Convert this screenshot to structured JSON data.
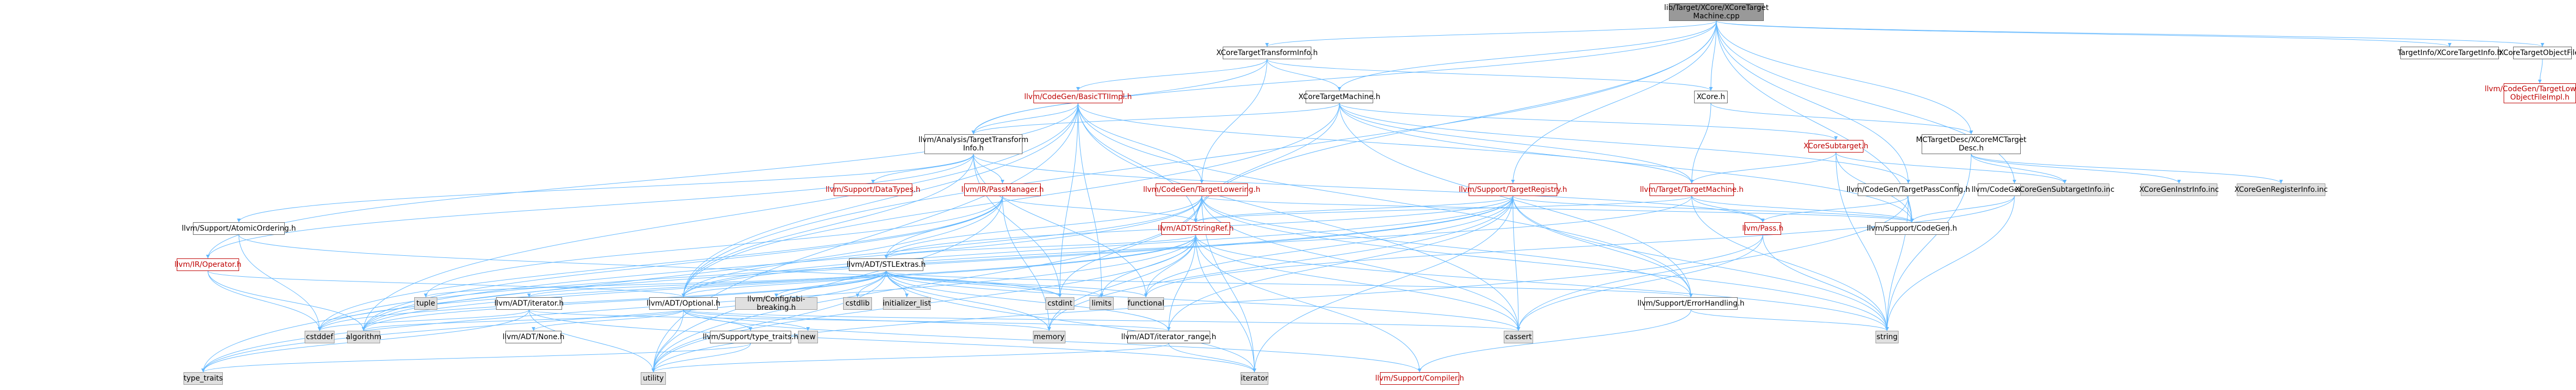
{
  "nodes": [
    {
      "id": "root",
      "label": "lib/Target/XCore/XCoreTarget\nMachine.cpp",
      "style": "root"
    },
    {
      "id": "xtti",
      "label": "XCoreTargetTransformInfo.h",
      "style": "normal"
    },
    {
      "id": "xtm",
      "label": "XCoreTargetMachine.h",
      "style": "normal"
    },
    {
      "id": "xcoreh",
      "label": "XCore.h",
      "style": "normal"
    },
    {
      "id": "tixti",
      "label": "TargetInfo/XCoreTargetInfo.h",
      "style": "normal"
    },
    {
      "id": "xtof",
      "label": "XCoreTargetObjectFile.h",
      "style": "normal"
    },
    {
      "id": "cgtlof",
      "label": "llvm/CodeGen/TargetLowering\nObjectFileImpl.h",
      "style": "red"
    },
    {
      "id": "bttimpl",
      "label": "llvm/CodeGen/BasicTTIImpl.h",
      "style": "red"
    },
    {
      "id": "mcdesc",
      "label": "MCTargetDesc/XCoreMCTarget\nDesc.h",
      "style": "normal"
    },
    {
      "id": "atti",
      "label": "llvm/Analysis/TargetTransform\nInfo.h",
      "style": "normal"
    },
    {
      "id": "xsub",
      "label": "XCoreSubtarget.h",
      "style": "red"
    },
    {
      "id": "ttm",
      "label": "llvm/Target/TargetMachine.h",
      "style": "red"
    },
    {
      "id": "tpc",
      "label": "llvm/CodeGen/TargetPassConfig.h",
      "style": "normal"
    },
    {
      "id": "cgpasses",
      "label": "llvm/CodeGen/Passes.h",
      "style": "normal"
    },
    {
      "id": "str",
      "label": "llvm/Support/TargetRegistry.h",
      "style": "red"
    },
    {
      "id": "cgtl",
      "label": "llvm/CodeGen/TargetLowering.h",
      "style": "red"
    },
    {
      "id": "irpm",
      "label": "llvm/IR/PassManager.h",
      "style": "red"
    },
    {
      "id": "sdt",
      "label": "llvm/Support/DataTypes.h",
      "style": "red"
    },
    {
      "id": "xsubinc",
      "label": "XCoreGenSubtargetInfo.inc",
      "style": "gray"
    },
    {
      "id": "xinstr",
      "label": "XCoreGenInstrInfo.inc",
      "style": "gray"
    },
    {
      "id": "xreg",
      "label": "XCoreGenRegisterInfo.inc",
      "style": "gray"
    },
    {
      "id": "sao",
      "label": "llvm/Support/AtomicOrdering.h",
      "style": "normal"
    },
    {
      "id": "strref",
      "label": "llvm/ADT/StringRef.h",
      "style": "red"
    },
    {
      "id": "pass",
      "label": "llvm/Pass.h",
      "style": "red"
    },
    {
      "id": "cgh",
      "label": "llvm/Support/CodeGen.h",
      "style": "normal"
    },
    {
      "id": "iroper",
      "label": "llvm/IR/Operator.h",
      "style": "red"
    },
    {
      "id": "stlext",
      "label": "llvm/ADT/STLExtras.h",
      "style": "normal"
    },
    {
      "id": "tuple",
      "label": "tuple",
      "style": "gray"
    },
    {
      "id": "aiter",
      "label": "llvm/ADT/iterator.h",
      "style": "normal"
    },
    {
      "id": "aopt",
      "label": "llvm/ADT/Optional.h",
      "style": "normal"
    },
    {
      "id": "cfgab",
      "label": "llvm/Config/abi-breaking.h",
      "style": "gray"
    },
    {
      "id": "cstddef",
      "label": "cstddef",
      "style": "gray"
    },
    {
      "id": "initlist",
      "label": "initializer_list",
      "style": "gray"
    },
    {
      "id": "cstdint",
      "label": "cstdint",
      "style": "gray"
    },
    {
      "id": "limits",
      "label": "limits",
      "style": "gray"
    },
    {
      "id": "functional",
      "label": "functional",
      "style": "gray"
    },
    {
      "id": "seh",
      "label": "llvm/Support/ErrorHandling.h",
      "style": "normal"
    },
    {
      "id": "cstdlib",
      "label": "cstdlib",
      "style": "gray"
    },
    {
      "id": "algorithm",
      "label": "algorithm",
      "style": "gray"
    },
    {
      "id": "anone",
      "label": "llvm/ADT/None.h",
      "style": "normal"
    },
    {
      "id": "stt",
      "label": "llvm/Support/type_traits.h",
      "style": "normal"
    },
    {
      "id": "new",
      "label": "new",
      "style": "gray"
    },
    {
      "id": "memory",
      "label": "memory",
      "style": "gray"
    },
    {
      "id": "airange",
      "label": "llvm/ADT/iterator_range.h",
      "style": "normal"
    },
    {
      "id": "cassert",
      "label": "cassert",
      "style": "gray"
    },
    {
      "id": "string",
      "label": "string",
      "style": "gray"
    },
    {
      "id": "typetraits",
      "label": "type_traits",
      "style": "gray"
    },
    {
      "id": "utility",
      "label": "utility",
      "style": "gray"
    },
    {
      "id": "iterator",
      "label": "iterator",
      "style": "gray"
    },
    {
      "id": "scomp",
      "label": "llvm/Support/Compiler.h",
      "style": "red"
    }
  ],
  "edges": [
    [
      "root",
      "xtti"
    ],
    [
      "root",
      "xtm"
    ],
    [
      "root",
      "xcoreh"
    ],
    [
      "root",
      "tixti"
    ],
    [
      "root",
      "xtof"
    ],
    [
      "root",
      "str"
    ],
    [
      "root",
      "atti"
    ],
    [
      "root",
      "strref"
    ],
    [
      "root",
      "aopt"
    ],
    [
      "root",
      "cgh"
    ],
    [
      "root",
      "tpc"
    ],
    [
      "root",
      "cgpasses"
    ],
    [
      "root",
      "mcdesc"
    ],
    [
      "xtof",
      "cgtlof"
    ],
    [
      "xtti",
      "xcoreh"
    ],
    [
      "xtti",
      "xtm"
    ],
    [
      "xtti",
      "bttimpl"
    ],
    [
      "xtti",
      "cgtl"
    ],
    [
      "xtti",
      "atti"
    ],
    [
      "xcoreh",
      "ttm"
    ],
    [
      "xcoreh",
      "mcdesc"
    ],
    [
      "mcdesc",
      "xsubinc"
    ],
    [
      "mcdesc",
      "xinstr"
    ],
    [
      "mcdesc",
      "xreg"
    ],
    [
      "mcdesc",
      "string"
    ],
    [
      "xtm",
      "xsub"
    ],
    [
      "xtm",
      "ttm"
    ],
    [
      "xtm",
      "tpc"
    ],
    [
      "xtm",
      "atti"
    ],
    [
      "xtm",
      "aopt"
    ],
    [
      "xtm",
      "cgh"
    ],
    [
      "xtm",
      "strref"
    ],
    [
      "xtm",
      "seh"
    ],
    [
      "xsub",
      "xsubinc"
    ],
    [
      "xsub",
      "ttm"
    ],
    [
      "xsub",
      "cgh"
    ],
    [
      "xsub",
      "string"
    ],
    [
      "bttimpl",
      "atti"
    ],
    [
      "bttimpl",
      "cgtl"
    ],
    [
      "bttimpl",
      "ttm"
    ],
    [
      "bttimpl",
      "strref"
    ],
    [
      "bttimpl",
      "aopt"
    ],
    [
      "bttimpl",
      "seh"
    ],
    [
      "bttimpl",
      "limits"
    ],
    [
      "bttimpl",
      "cstdint"
    ],
    [
      "bttimpl",
      "utility"
    ],
    [
      "bttimpl",
      "cassert"
    ],
    [
      "bttimpl",
      "algorithm"
    ],
    [
      "bttimpl",
      "iroper"
    ],
    [
      "atti",
      "sdt"
    ],
    [
      "atti",
      "irpm"
    ],
    [
      "atti",
      "sao"
    ],
    [
      "atti",
      "pass"
    ],
    [
      "atti",
      "functional"
    ],
    [
      "atti",
      "aopt"
    ],
    [
      "atti",
      "iroper"
    ],
    [
      "atti",
      "cstdint"
    ],
    [
      "ttm",
      "pass"
    ],
    [
      "ttm",
      "cgh"
    ],
    [
      "ttm",
      "strref"
    ],
    [
      "ttm",
      "string"
    ],
    [
      "ttm",
      "aopt"
    ],
    [
      "tpc",
      "pass"
    ],
    [
      "tpc",
      "cgh"
    ],
    [
      "tpc",
      "cassert"
    ],
    [
      "tpc",
      "string"
    ],
    [
      "cgpasses",
      "cgh"
    ],
    [
      "cgpasses",
      "functional"
    ],
    [
      "cgpasses",
      "string"
    ],
    [
      "str",
      "strref"
    ],
    [
      "str",
      "stlext"
    ],
    [
      "str",
      "aopt"
    ],
    [
      "str",
      "cgh"
    ],
    [
      "str",
      "seh"
    ],
    [
      "str",
      "airange"
    ],
    [
      "str",
      "algorithm"
    ],
    [
      "str",
      "cassert"
    ],
    [
      "str",
      "cstddef"
    ],
    [
      "str",
      "functional"
    ],
    [
      "str",
      "memory"
    ],
    [
      "str",
      "string"
    ],
    [
      "str",
      "iterator"
    ],
    [
      "cgtl",
      "strref"
    ],
    [
      "cgtl",
      "stlext"
    ],
    [
      "cgtl",
      "cgh"
    ],
    [
      "cgtl",
      "seh"
    ],
    [
      "cgtl",
      "aopt"
    ],
    [
      "cgtl",
      "algorithm"
    ],
    [
      "cgtl",
      "cassert"
    ],
    [
      "cgtl",
      "climits"
    ],
    [
      "cgtl",
      "cstdint"
    ],
    [
      "cgtl",
      "iterator"
    ],
    [
      "cgtl",
      "string"
    ],
    [
      "cgtl",
      "utility"
    ],
    [
      "irpm",
      "stlext"
    ],
    [
      "irpm",
      "strref"
    ],
    [
      "irpm",
      "tuple"
    ],
    [
      "irpm",
      "memory"
    ],
    [
      "irpm",
      "cstddef"
    ],
    [
      "irpm",
      "algorithm"
    ],
    [
      "irpm",
      "utility"
    ],
    [
      "irpm",
      "typetraits"
    ],
    [
      "sao",
      "cstddef"
    ],
    [
      "sao",
      "cstdint"
    ],
    [
      "iroper",
      "aopt"
    ],
    [
      "iroper",
      "cstddef"
    ],
    [
      "iroper",
      "algorithm"
    ],
    [
      "pass",
      "string"
    ],
    [
      "pass",
      "utility"
    ],
    [
      "pass",
      "cassert"
    ],
    [
      "strref",
      "stlext"
    ],
    [
      "strref",
      "scomp"
    ],
    [
      "strref",
      "airange"
    ],
    [
      "strref",
      "algorithm"
    ],
    [
      "strref",
      "cassert"
    ],
    [
      "strref",
      "cstddef"
    ],
    [
      "strref",
      "cstring"
    ],
    [
      "strref",
      "functional"
    ],
    [
      "strref",
      "limits"
    ],
    [
      "strref",
      "string"
    ],
    [
      "strref",
      "typetraits"
    ],
    [
      "strref",
      "utility"
    ],
    [
      "strref",
      "iterator"
    ],
    [
      "strref",
      "memory"
    ],
    [
      "stlext",
      "aopt"
    ],
    [
      "stlext",
      "aiter"
    ],
    [
      "stlext",
      "airange"
    ],
    [
      "stlext",
      "cfgab"
    ],
    [
      "stlext",
      "seh"
    ],
    [
      "stlext",
      "algorithm"
    ],
    [
      "stlext",
      "cassert"
    ],
    [
      "stlext",
      "cstddef"
    ],
    [
      "stlext",
      "cstdint"
    ],
    [
      "stlext",
      "cstdlib"
    ],
    [
      "stlext",
      "functional"
    ],
    [
      "stlext",
      "initlist"
    ],
    [
      "stlext",
      "iterator"
    ],
    [
      "stlext",
      "limits"
    ],
    [
      "stlext",
      "memory"
    ],
    [
      "stlext",
      "tuple"
    ],
    [
      "stlext",
      "typetraits"
    ],
    [
      "stlext",
      "utility"
    ],
    [
      "aiter",
      "airange"
    ],
    [
      "aiter",
      "cstddef"
    ],
    [
      "aiter",
      "iterator"
    ],
    [
      "aiter",
      "typetraits"
    ],
    [
      "aiter",
      "utility"
    ],
    [
      "aopt",
      "anone"
    ],
    [
      "aopt",
      "scomp"
    ],
    [
      "aopt",
      "stt"
    ],
    [
      "aopt",
      "cassert"
    ],
    [
      "aopt",
      "memory"
    ],
    [
      "aopt",
      "new"
    ],
    [
      "aopt",
      "utility"
    ],
    [
      "aopt",
      "algorithm"
    ],
    [
      "stt",
      "typetraits"
    ],
    [
      "stt",
      "utility"
    ],
    [
      "airange",
      "iterator"
    ],
    [
      "airange",
      "utility"
    ],
    [
      "seh",
      "scomp"
    ],
    [
      "seh",
      "string"
    ]
  ]
}
